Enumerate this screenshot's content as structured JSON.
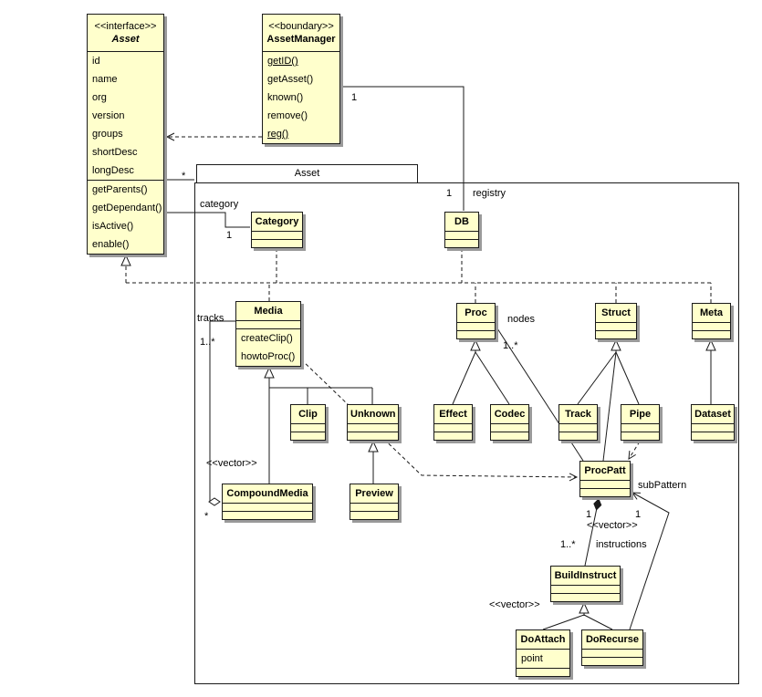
{
  "diagram": {
    "frame_label": "Asset",
    "class_fill": "#ffffcc",
    "line_color": "#1a1a1a",
    "shadow_color": "#9a9a9a"
  },
  "classes": {
    "asset": {
      "stereotype": "<<interface>>",
      "name": "Asset",
      "attributes": [
        "id",
        "name",
        "org",
        "version",
        "groups",
        "shortDesc",
        "longDesc"
      ],
      "methods": [
        "getParents()",
        "getDependant()",
        "isActive()",
        "enable()"
      ]
    },
    "asset_manager": {
      "stereotype": "<<boundary>>",
      "name": "AssetManager",
      "methods": [
        {
          "text": "getID()",
          "underline": true
        },
        "getAsset()",
        "known()",
        "remove()",
        {
          "text": "reg()",
          "underline": true
        }
      ]
    },
    "category": {
      "name": "Category"
    },
    "db": {
      "name": "DB"
    },
    "media": {
      "name": "Media",
      "methods": [
        "createClip()",
        "howtoProc()"
      ]
    },
    "proc": {
      "name": "Proc"
    },
    "struct": {
      "name": "Struct"
    },
    "meta": {
      "name": "Meta"
    },
    "clip": {
      "name": "Clip"
    },
    "unknown": {
      "name": "Unknown"
    },
    "effect": {
      "name": "Effect"
    },
    "codec": {
      "name": "Codec"
    },
    "track": {
      "name": "Track"
    },
    "pipe": {
      "name": "Pipe"
    },
    "dataset": {
      "name": "Dataset"
    },
    "compound_media": {
      "name": "CompoundMedia"
    },
    "preview": {
      "name": "Preview"
    },
    "proc_patt": {
      "name": "ProcPatt"
    },
    "build_instruct": {
      "name": "BuildInstruct"
    },
    "do_attach": {
      "name": "DoAttach",
      "attributes": [
        "point"
      ]
    },
    "do_recurse": {
      "name": "DoRecurse"
    }
  },
  "labels": {
    "category_role": "category",
    "category_mult": "1",
    "manager_mult": "1",
    "db_mult": "1",
    "registry_role": "registry",
    "asset_mult": "*",
    "tracks_role": "tracks",
    "tracks_mult": "1..*",
    "compound_mult": "*",
    "compound_vector": "<<vector>>",
    "nodes_role": "nodes",
    "nodes_mult": "1..*",
    "subpattern_role": "subPattern",
    "procpatt_mult": "1",
    "subpattern_mult": "1",
    "instructions_vector": "<<vector>>",
    "instructions_mult": "1..*",
    "instructions_role": "instructions",
    "doattach_vector": "<<vector>>"
  }
}
